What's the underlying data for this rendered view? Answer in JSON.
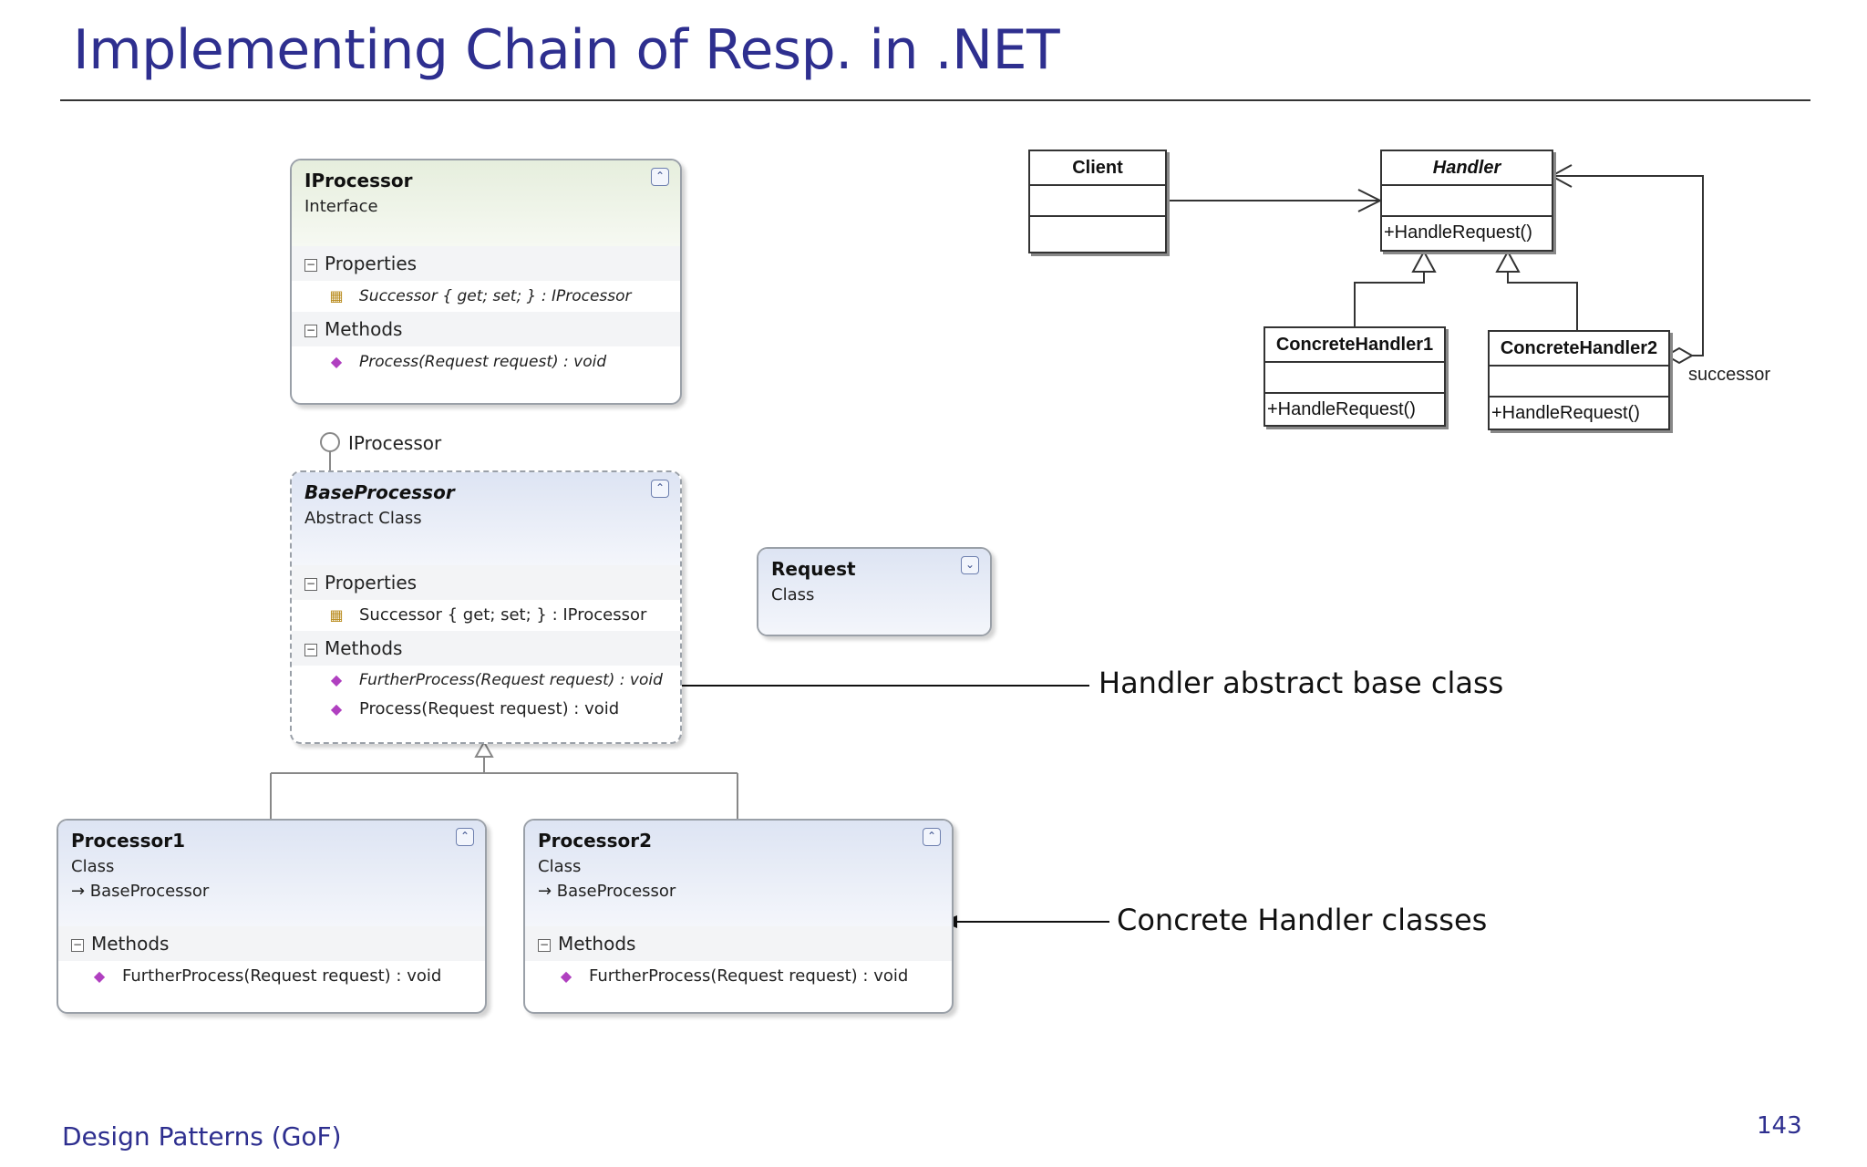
{
  "slide": {
    "title": "Implementing Chain of Resp. in .NET",
    "footer": "Design Patterns (GoF)",
    "page_number": "143"
  },
  "class_diagram": {
    "iprocessor": {
      "name": "IProcessor",
      "kind": "Interface",
      "properties_label": "Properties",
      "property": "Successor { get; set; } : IProcessor",
      "methods_label": "Methods",
      "method": "Process(Request request) : void"
    },
    "lollipop_label": "IProcessor",
    "baseprocessor": {
      "name": "BaseProcessor",
      "kind": "Abstract Class",
      "properties_label": "Properties",
      "property": "Successor { get; set; } : IProcessor",
      "methods_label": "Methods",
      "method1": "FurtherProcess(Request request) : void",
      "method2": "Process(Request request) : void"
    },
    "request": {
      "name": "Request",
      "kind": "Class"
    },
    "processor1": {
      "name": "Processor1",
      "kind": "Class",
      "base": "→ BaseProcessor",
      "methods_label": "Methods",
      "method": "FurtherProcess(Request request) : void"
    },
    "processor2": {
      "name": "Processor2",
      "kind": "Class",
      "base": "→ BaseProcessor",
      "methods_label": "Methods",
      "method": "FurtherProcess(Request request) : void"
    }
  },
  "annotations": {
    "handler_base": "Handler abstract base class",
    "concrete": "Concrete Handler classes"
  },
  "uml": {
    "client": "Client",
    "handler": "Handler",
    "handler_method": "+HandleRequest()",
    "concrete1": "ConcreteHandler1",
    "concrete1_method": "+HandleRequest()",
    "concrete2": "ConcreteHandler2",
    "concrete2_method": "+HandleRequest()",
    "successor": "successor"
  },
  "icons": {
    "collapse_up": "double-chevron-up-icon",
    "collapse_down": "double-chevron-down-icon",
    "property": "property-icon",
    "method": "method-icon"
  },
  "colors": {
    "title": "#2e2f8f",
    "interface_header": "#e6eedd",
    "class_header": "#dde4f3"
  }
}
